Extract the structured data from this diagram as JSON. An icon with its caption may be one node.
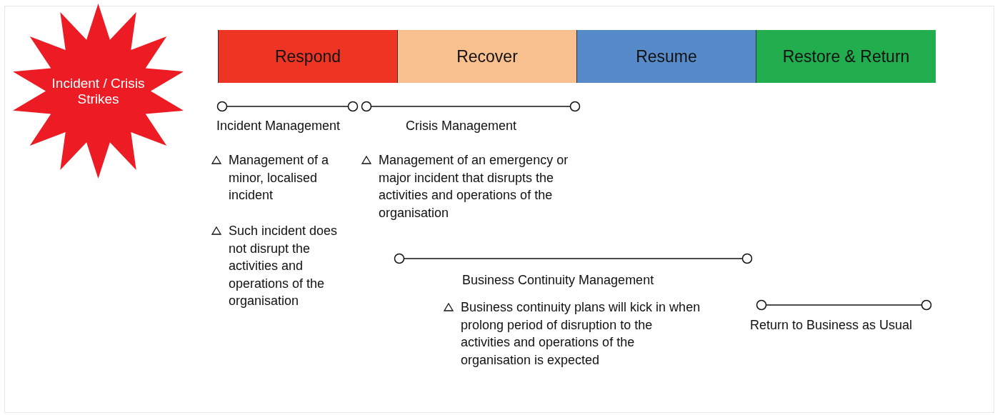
{
  "diagram": {
    "nodes": [
      {
        "text": [
          "Incident / Crisis Strikes"
        ]
      },
      {
        "text": [
          "Respond"
        ]
      },
      {
        "text": [
          "Recover"
        ]
      },
      {
        "text": [
          "Resume"
        ]
      },
      {
        "text": [
          "Restore & Return"
        ]
      }
    ],
    "edges": [],
    "labels": [
      "Incident Management",
      "Crisis Management",
      "Management of a minor, localised incident",
      "Management of an emergency or major incident that disrupts the activities and operations of the organisation",
      "Such incident does not disrupt the activities and operations of the organisation",
      "Business Continuity Management",
      "Business continuity plans will kick in when prolong period of disruption to the activities and operations of the organisation is expected",
      "Return to Business as Usual"
    ]
  }
}
